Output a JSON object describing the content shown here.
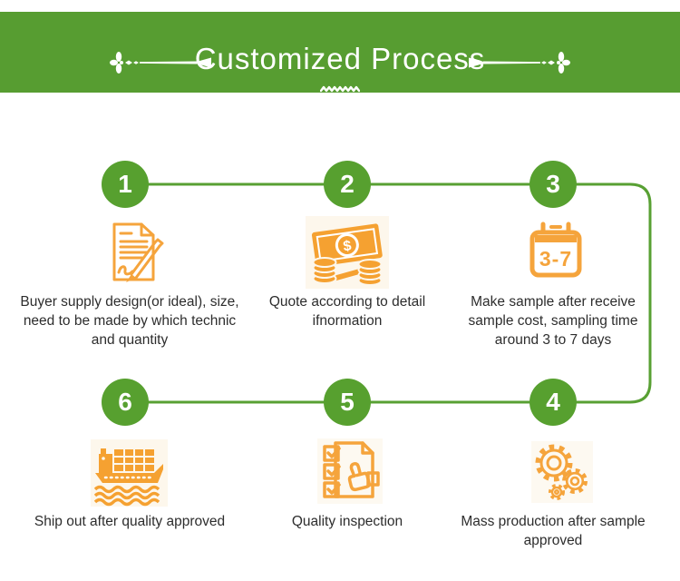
{
  "banner": {
    "title": "Customized Process",
    "background_color": "#579d31",
    "text_color": "#ffffff"
  },
  "process": {
    "connector_color": "#58a033",
    "circle_color": "#57a02f",
    "icon_outline_color": "#f5a43c",
    "icon_fill_color": "#f5a131",
    "steps": [
      {
        "number": "1",
        "icon": "document-pen-icon",
        "text": "Buyer supply design(or ideal), size, need to be made by which technic and quantity"
      },
      {
        "number": "2",
        "icon": "money-coins-icon",
        "icon_text": "$",
        "text": "Quote according to detail ifnormation"
      },
      {
        "number": "3",
        "icon": "calendar-icon",
        "icon_text": "3-7",
        "text": "Make sample after receive sample cost, sampling time around 3 to 7 days"
      },
      {
        "number": "4",
        "icon": "gears-icon",
        "text": "Mass production after sample approved"
      },
      {
        "number": "5",
        "icon": "quality-checklist-icon",
        "text": "Quality inspection"
      },
      {
        "number": "6",
        "icon": "cargo-ship-icon",
        "text": "Ship out after quality approved"
      }
    ]
  }
}
